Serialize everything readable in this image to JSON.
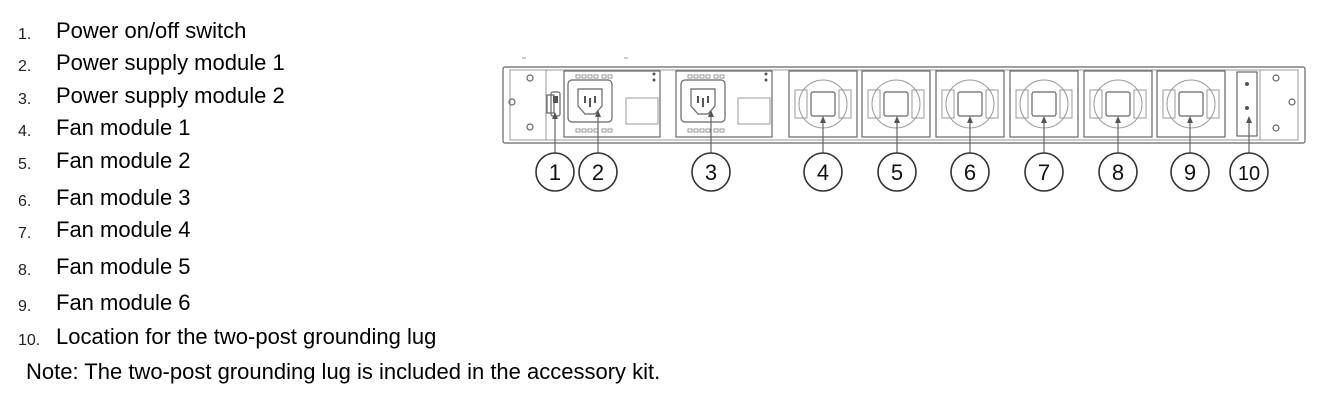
{
  "legend": {
    "items": [
      {
        "number": "1.",
        "label": "Power on/off switch"
      },
      {
        "number": "2.",
        "label": "Power supply module 1"
      },
      {
        "number": "3.",
        "label": "Power supply module 2"
      },
      {
        "number": "4.",
        "label": "Fan module 1"
      },
      {
        "number": "5.",
        "label": "Fan module 2"
      },
      {
        "number": "6.",
        "label": "Fan module 3"
      },
      {
        "number": "7.",
        "label": "Fan module 4"
      },
      {
        "number": "8.",
        "label": "Fan module 5"
      },
      {
        "number": "9.",
        "label": "Fan module 6"
      },
      {
        "number": "10.",
        "label": "Location for the two-post grounding lug"
      }
    ],
    "note": "Note: The two-post grounding lug is included in the accessory kit."
  },
  "diagram": {
    "callouts": [
      "1",
      "2",
      "3",
      "4",
      "5",
      "6",
      "7",
      "8",
      "9",
      "10"
    ]
  }
}
